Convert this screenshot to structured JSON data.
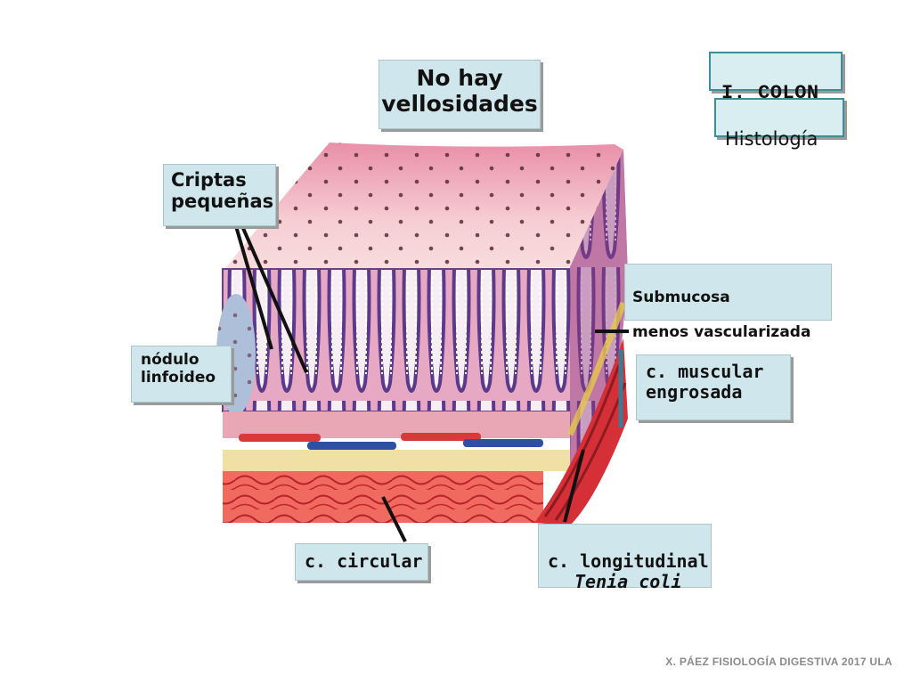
{
  "header": {
    "title": "I. COLON",
    "subtitle": "Histología"
  },
  "labels": {
    "villi": "No hay\nvellosidades",
    "crypts": "Criptas\npequeñas",
    "submucosa_line1": "Submucosa",
    "submucosa_line2": "menos vascularizada",
    "nodule": "nódulo\nlinfoideo",
    "muscular": "c. muscular\nengrosada",
    "circular": "c. circular",
    "longitudinal_line1": "c. longitudinal",
    "longitudinal_line2": "Tenia coli"
  },
  "footer": "X. PÁEZ  FISIOLOGÍA DIGESTIVA 2017  ULA",
  "colors": {
    "label_bg": "#cfe6ec",
    "mucosa_pink": "#f2c6cf",
    "crypt_purple": "#7a4f8f",
    "muscle_red": "#d8353a",
    "submucosa_yellow": "#f1e0a6"
  }
}
